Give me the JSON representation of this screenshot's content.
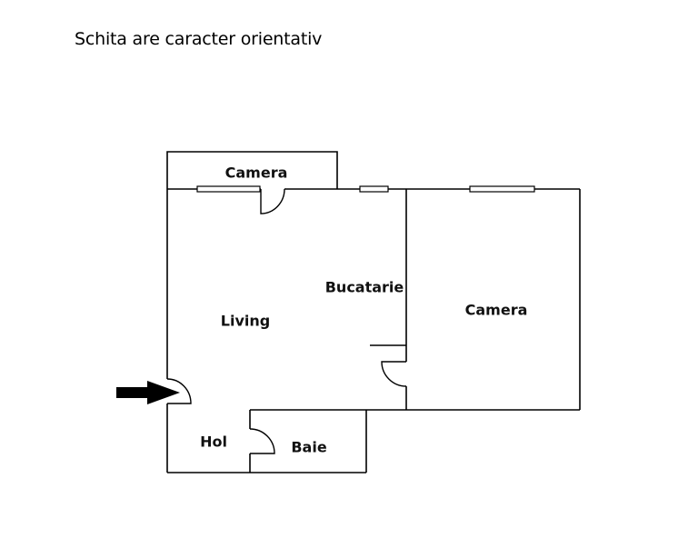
{
  "title": "Schita are caracter orientativ",
  "rooms": {
    "camera_top": {
      "label": "Camera"
    },
    "living": {
      "label": "Living"
    },
    "bucatarie": {
      "label": "Bucatarie"
    },
    "camera_right": {
      "label": "Camera"
    },
    "hol": {
      "label": "Hol"
    },
    "baie": {
      "label": "Baie"
    }
  },
  "entrance": {
    "icon": "entrance-arrow-icon"
  },
  "colors": {
    "line": "#000000",
    "background": "#ffffff"
  }
}
